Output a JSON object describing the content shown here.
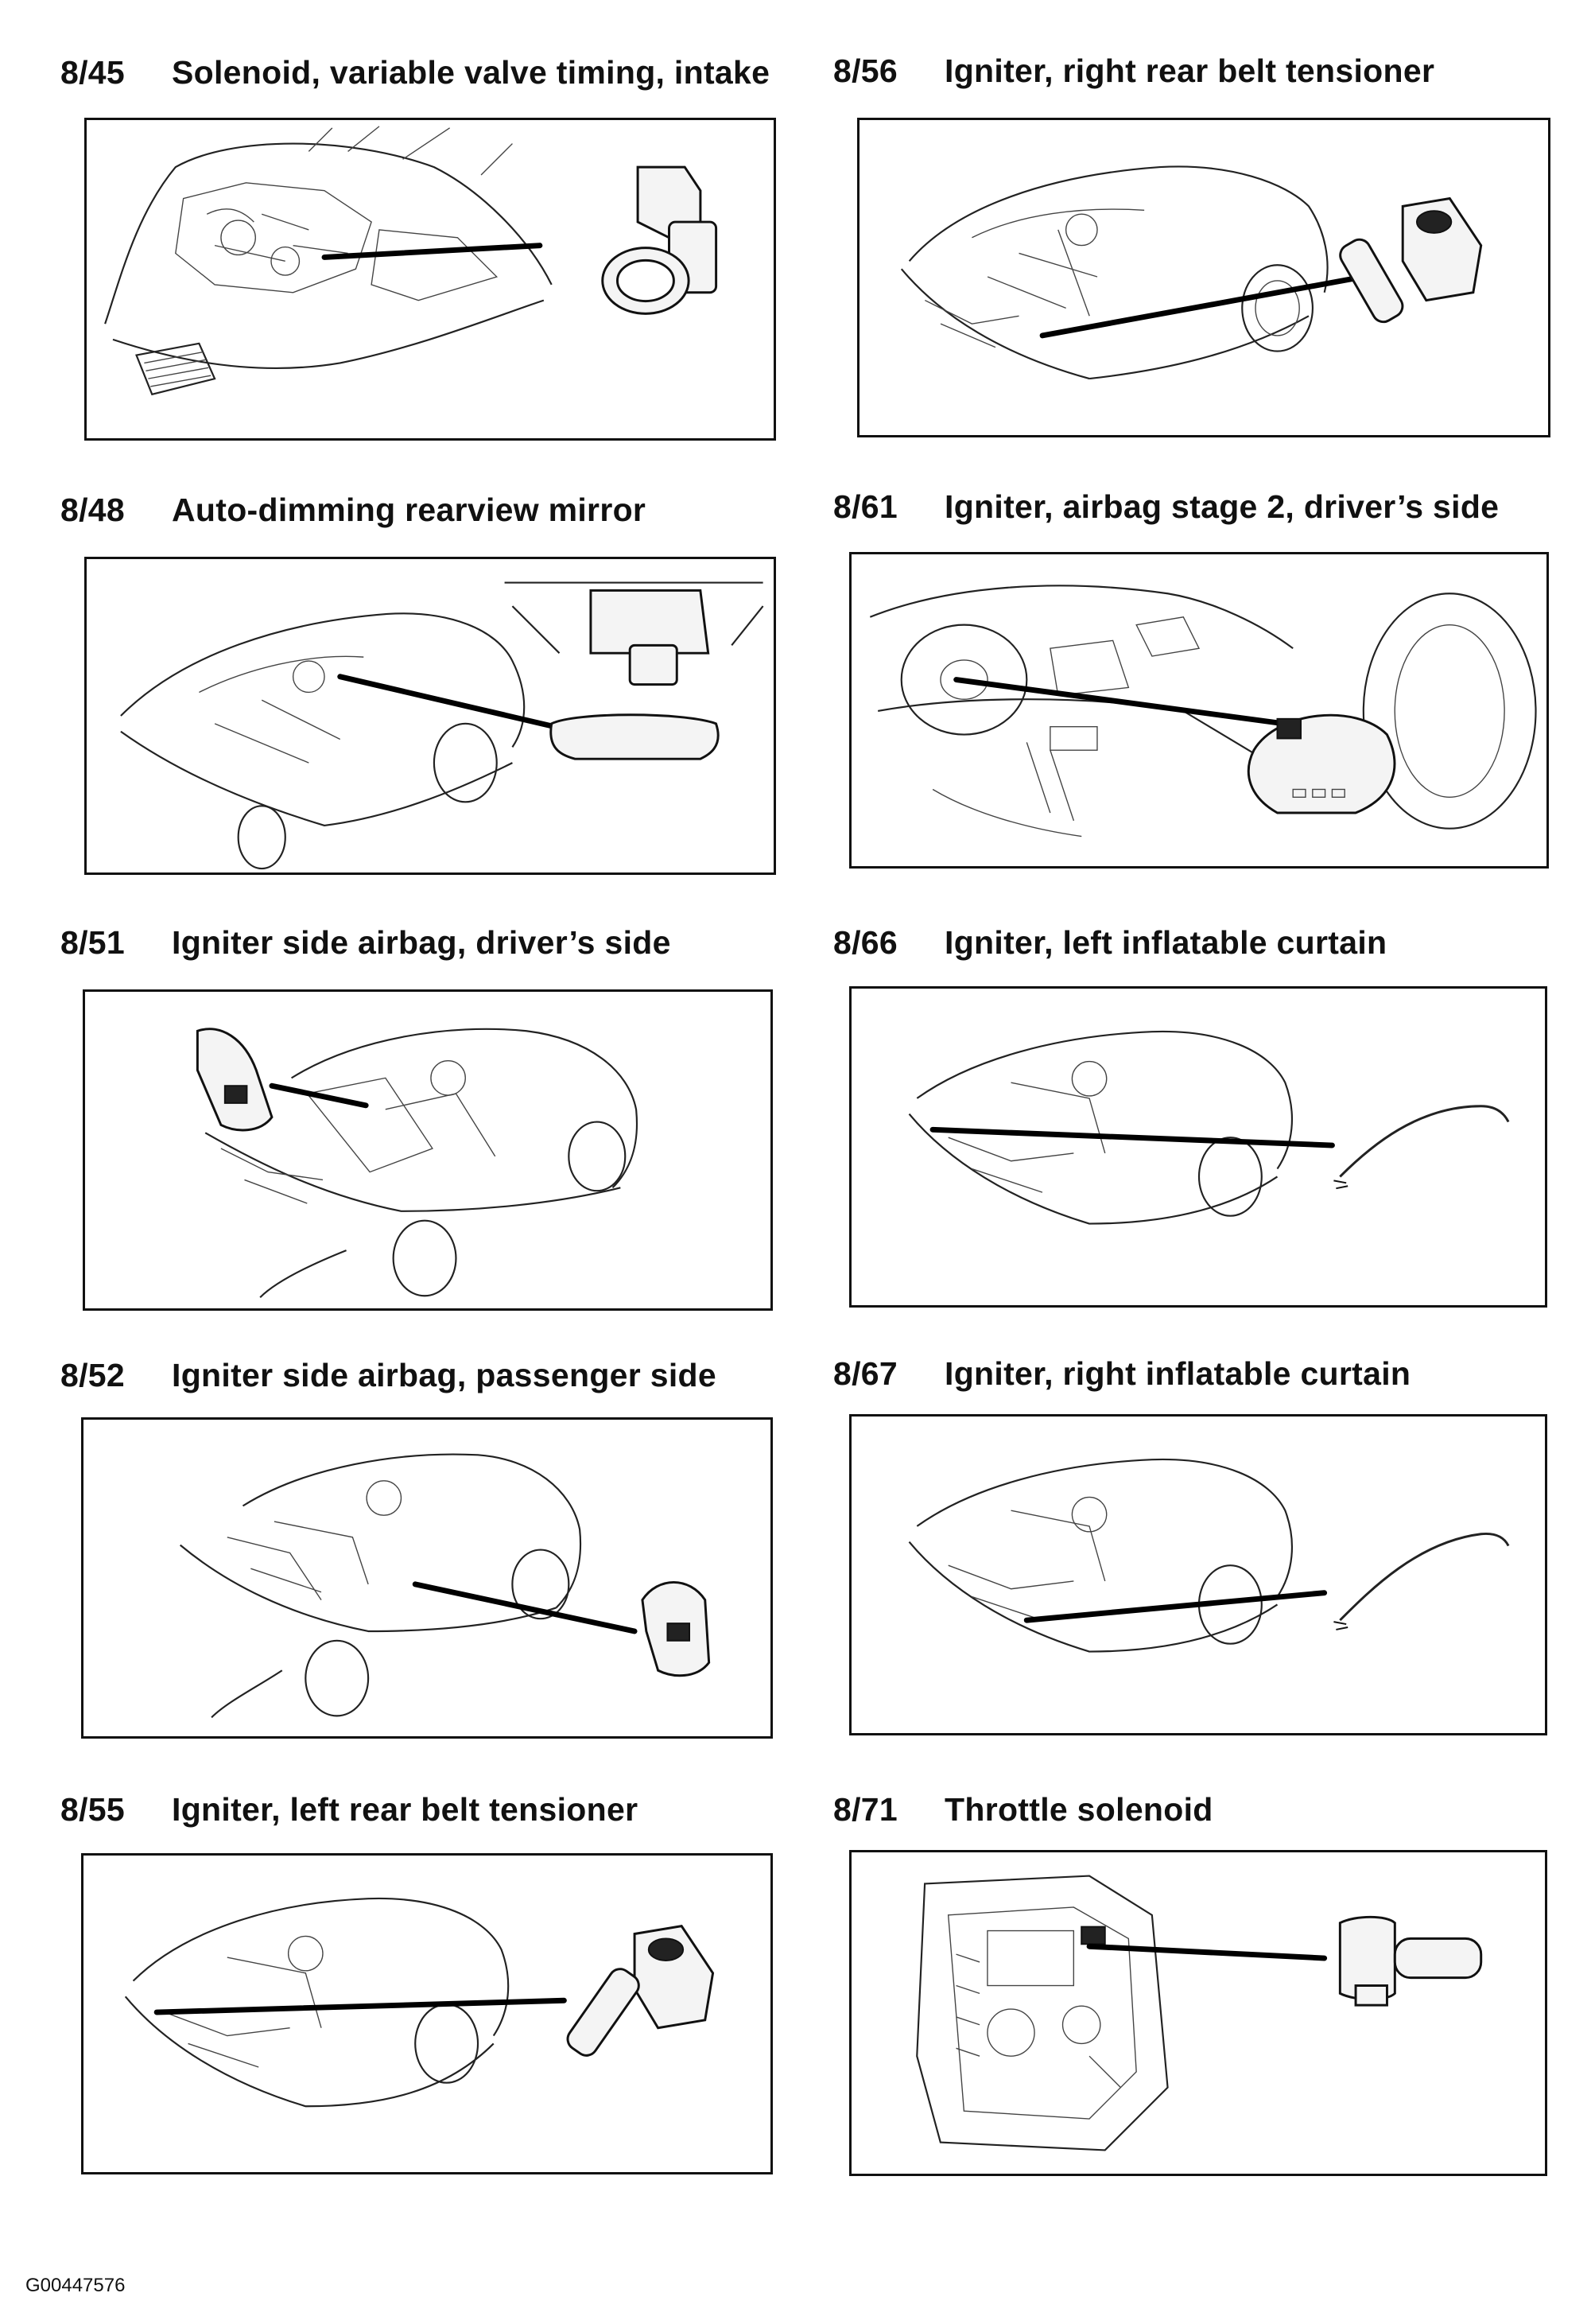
{
  "panels": [
    {
      "number": "8/45",
      "label": "Solenoid, variable valve timing, intake",
      "illustration": "engine-bay-solenoid"
    },
    {
      "number": "8/56",
      "label": "Igniter, right rear belt tensioner",
      "illustration": "car-belt-tensioner-right"
    },
    {
      "number": "8/48",
      "label": "Auto-dimming rearview mirror",
      "illustration": "car-rearview-mirror"
    },
    {
      "number": "8/61",
      "label": "Igniter, airbag stage 2, driver’s side",
      "illustration": "dashboard-steering-airbag"
    },
    {
      "number": "8/51",
      "label": "Igniter side airbag, driver’s side",
      "illustration": "car-side-airbag-driver"
    },
    {
      "number": "8/66",
      "label": "Igniter, left inflatable curtain",
      "illustration": "car-curtain-left"
    },
    {
      "number": "8/52",
      "label": "Igniter side airbag, passenger side",
      "illustration": "car-side-airbag-passenger"
    },
    {
      "number": "8/67",
      "label": "Igniter, right inflatable curtain",
      "illustration": "car-curtain-right"
    },
    {
      "number": "8/55",
      "label": "Igniter, left rear belt tensioner",
      "illustration": "car-belt-tensioner-left"
    },
    {
      "number": "8/71",
      "label": "Throttle solenoid",
      "illustration": "transmission-throttle-solenoid"
    }
  ],
  "figure_code": "G00447576"
}
